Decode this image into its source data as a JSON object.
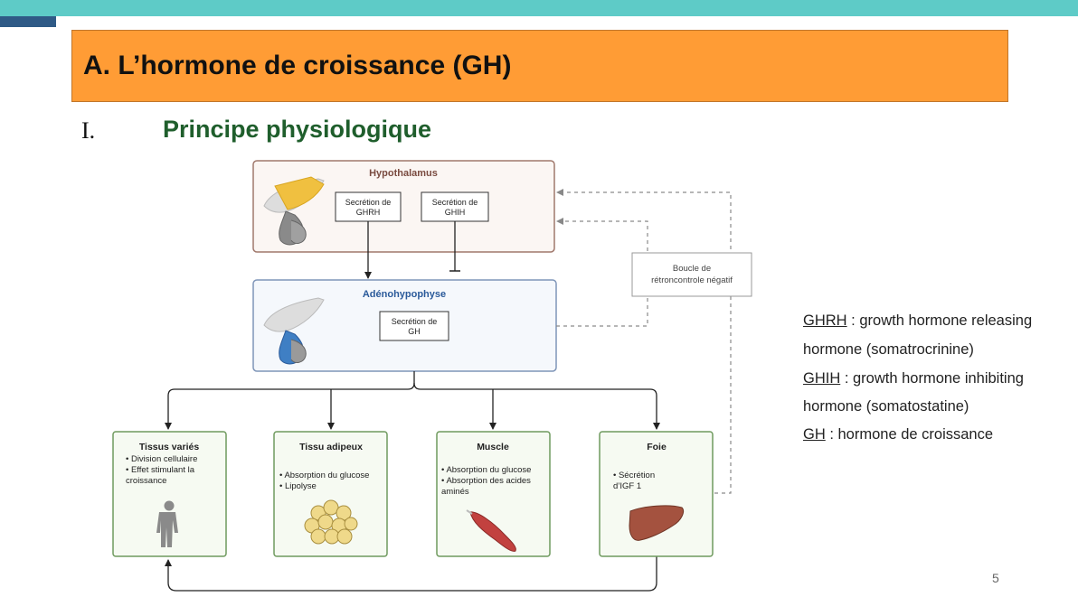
{
  "slide": {
    "title": "A. L’hormone de croissance (GH)",
    "section_number": "I.",
    "section_title": "Principe physiologique",
    "page_number": "5"
  },
  "diagram": {
    "hypothalamus": {
      "title": "Hypothalamus",
      "ghrh_line1": "Secrétion de",
      "ghrh_line2": "GHRH",
      "ghih_line1": "Secrétion de",
      "ghih_line2": "GHIH"
    },
    "adenohypophyse": {
      "title": "Adénohypophyse",
      "gh_line1": "Secrétion de",
      "gh_line2": "GH"
    },
    "feedback": {
      "line1": "Boucle de",
      "line2": "rétroncontrole négatif"
    },
    "targets": {
      "tissus": {
        "title": "Tissus variés",
        "lines": [
          "• Division cellulaire",
          "• Effet stimulant la",
          "croissance"
        ]
      },
      "adipeux": {
        "title": "Tissu adipeux",
        "lines": [
          "• Absorption du glucose",
          "• Lipolyse"
        ]
      },
      "muscle": {
        "title": "Muscle",
        "lines": [
          "• Absorption du glucose",
          "• Absorption des acides",
          "aminés"
        ]
      },
      "foie": {
        "title": "Foie",
        "lines": [
          "• Sécrétion",
          "d’IGF 1"
        ]
      }
    }
  },
  "legend": [
    {
      "abbr": "GHRH",
      "line1": " : growth hormone releasing",
      "line2": "hormone (somatrocrinine)"
    },
    {
      "abbr": "GHIH",
      "line1": " : growth hormone inhibiting",
      "line2": "hormone (somatostatine)"
    },
    {
      "abbr": "GH",
      "line1": " : hormone de croissance",
      "line2": ""
    }
  ],
  "colors": {
    "topbar": "#5ecbc7",
    "title_bar": "#ff9c35",
    "section_title": "#1f5e2c",
    "hypothalamus_border": "#a0786c",
    "hypothalamus_title": "#7a4b40",
    "adenohypophyse_border": "#7f95b8",
    "adenohypophyse_title": "#2a5a9a",
    "target_border": "#6f9a5e"
  }
}
